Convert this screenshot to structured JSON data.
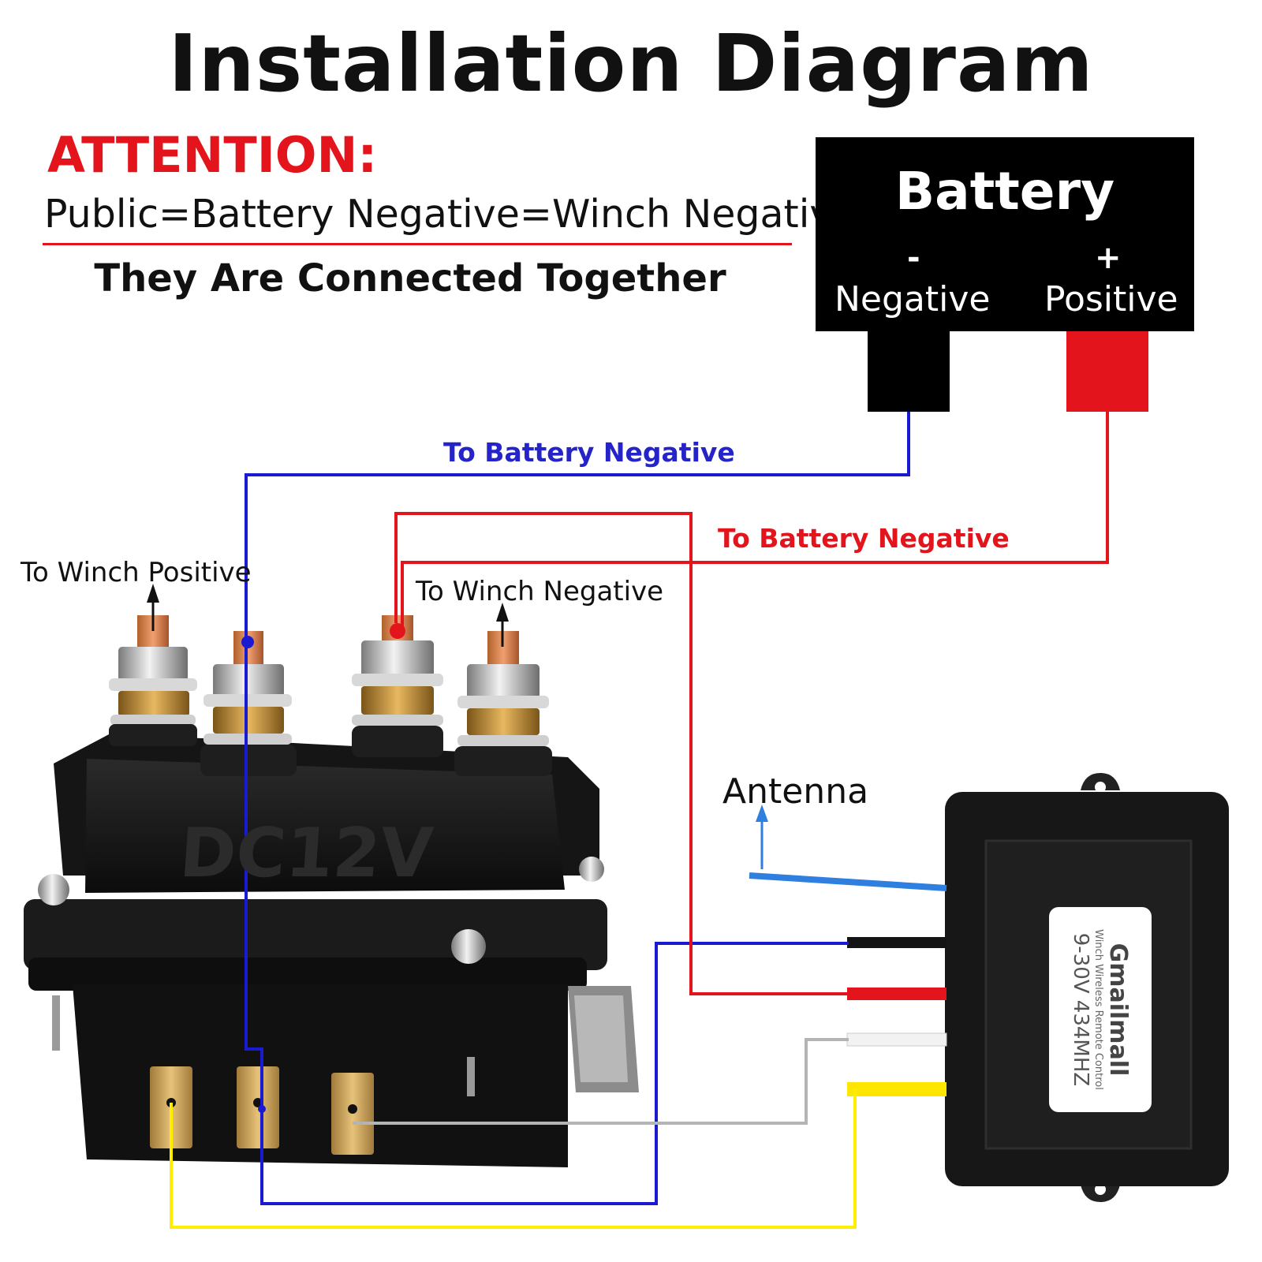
{
  "title": "Installation Diagram",
  "attention": {
    "heading": "ATTENTION:",
    "line1": "Public=Battery Negative=Winch Negative",
    "line2": "They Are Connected Together"
  },
  "battery": {
    "title": "Battery",
    "negative_sign": "-",
    "negative_label": "Negative",
    "positive_sign": "+",
    "positive_label": "Positive"
  },
  "labels": {
    "to_battery_negative_blue": "To Battery Negative",
    "to_battery_negative_red": "To Battery Negative",
    "to_winch_positive": "To Winch Positive",
    "to_winch_negative": "To Winch Negative",
    "antenna": "Antenna"
  },
  "solenoid": {
    "voltage_text": "DC12V"
  },
  "remote": {
    "brand": "Gmailmall",
    "subtitle": "Winch Wireless Remote Control",
    "spec": "9-30V 434MHZ"
  },
  "colors": {
    "wire_blue": "#1a1ad0",
    "wire_red": "#e3141c",
    "wire_yellow": "#ffee00",
    "wire_gray": "#b4b4b4",
    "antenna_blue": "#2f7fe0",
    "battery_box": "#000000",
    "positive_terminal": "#e3141c"
  }
}
